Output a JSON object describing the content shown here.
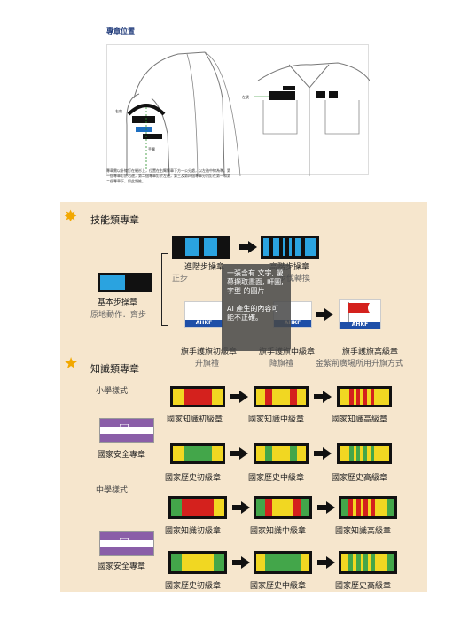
{
  "header": {
    "title": "專章位置"
  },
  "diagram": {
    "labels": {
      "shoulder": "右肩",
      "arm": "手臂",
      "left_pocket": "左袋"
    }
  },
  "caption": "專章需以針線釘在襯衫上，位置在右臂臂章下方一公分處，以左袖中線為準。第一個專章釘於右邊，第二個專章釘於左邊，第三及第四個專章分別釘在第一和第二個專章下，如此類推。",
  "skills": {
    "title": "技能類專章",
    "basic_label": "基本步操章",
    "basic_sub": "原地動作．齊步",
    "advanced_label": "進階步操章",
    "advanced_sub": "正步",
    "top_label": "高階步操章",
    "top_sub": "步伐轉換",
    "flag1_label": "旗手護旗初級章",
    "flag1_sub": "升旗禮",
    "flag2_label": "旗手護旗中級章",
    "flag2_sub": "降旗禮",
    "flag3_label": "旗手護旗高級章",
    "flag3_sub": "金紫荊廣場所用升旗方式",
    "flag_text": "AHKF"
  },
  "knowledge": {
    "title": "知識類專章",
    "primary": "小學樣式",
    "secondary": "中學樣式",
    "national_knowledge_basic": "國家知識初級章",
    "national_knowledge_mid": "國家知識中級章",
    "national_knowledge_high": "國家知識高級章",
    "national_security": "國家安全專章",
    "history_basic": "國家歷史初級章",
    "history_mid": "國家歷史中級章",
    "history_high": "國家歷史高級章"
  },
  "tooltip": {
    "line1": "一張含有 文字, 螢幕擷取畫面, 軒圖, 字型 的圖片",
    "line2": "AI 產生的內容可能不正確。"
  },
  "colors": {
    "red": "#d4211d",
    "yellow": "#f1d722",
    "green": "#43a64a",
    "blue": "#2aa3e0",
    "black": "#111111"
  }
}
